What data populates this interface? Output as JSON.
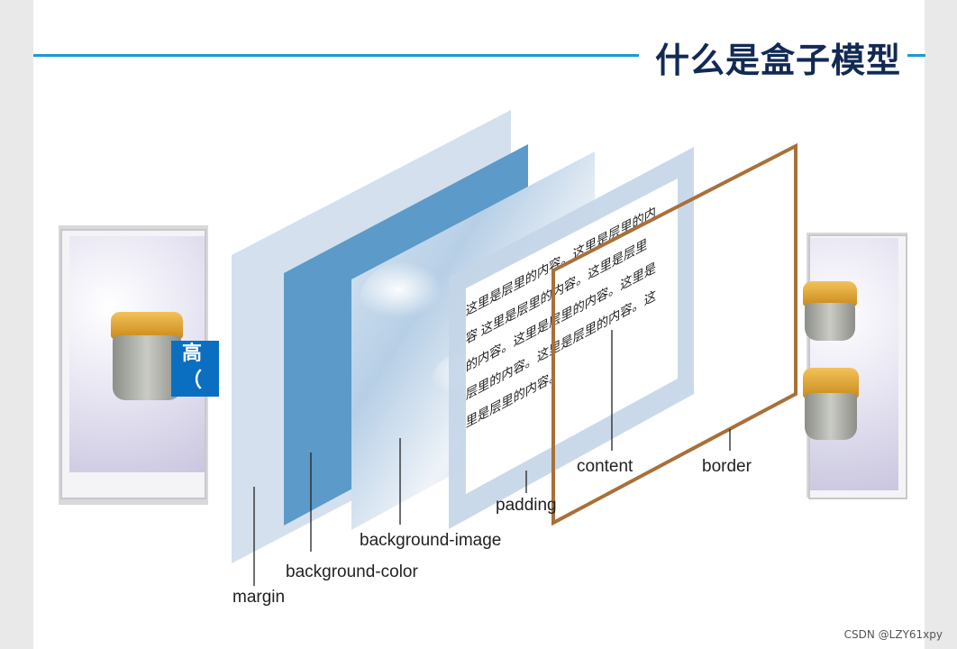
{
  "slide": {
    "title": "什么是盒子模型",
    "tag_lines": [
      "高",
      "（"
    ],
    "content_text": [
      "这里是层里的内容。这里是层里的内",
      "容  这里是层里的内容。这里是层里",
      "的内容。这里是层里的内容。这里是",
      "层里的内容。这里是层里的内容。这",
      "里是层里的内容。"
    ]
  },
  "labels": {
    "margin": "margin",
    "background_color": "background-color",
    "background_image": "background-image",
    "padding": "padding",
    "content": "content",
    "border": "border"
  },
  "colors": {
    "accent_rule": "#1c9ad6",
    "title": "#122a53",
    "margin_layer": "#c9d8e8",
    "background_color_layer": "#5b9ac9",
    "padding_layer": "#c4d5e8",
    "border_stroke": "#a8703a"
  },
  "credit": "CSDN @LZY61xpy"
}
